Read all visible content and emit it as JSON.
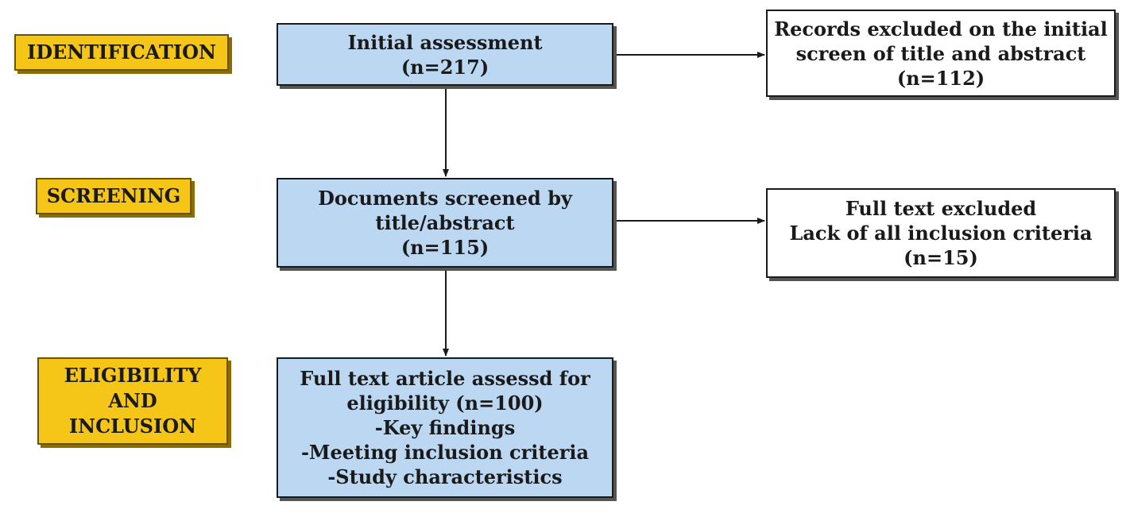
{
  "stages": {
    "identification": [
      "IDENTIFICATION"
    ],
    "screening": [
      "SCREENING"
    ],
    "eligibility": [
      "ELIGIBILITY",
      "AND",
      "INCLUSION"
    ]
  },
  "boxes": {
    "initial_assessment": [
      "Initial assessment",
      "(n=217)"
    ],
    "records_excluded": [
      "Records excluded on the initial",
      "screen of title and abstract",
      "(n=112)"
    ],
    "documents_screened": [
      "Documents screened by",
      "title/abstract",
      "(n=115)"
    ],
    "full_text_excluded": [
      "Full text excluded",
      "Lack of all inclusion criteria",
      "(n=15)"
    ],
    "full_text_assessed": [
      "Full text article assessd for",
      "eligibility (n=100)",
      "-Key findings",
      "-Meeting inclusion criteria",
      "-Study characteristics"
    ]
  },
  "colors": {
    "stage_fill": "#f5c518",
    "process_fill": "#bcd7f2",
    "exclusion_fill": "#ffffff",
    "border": "#1a1a1a"
  }
}
